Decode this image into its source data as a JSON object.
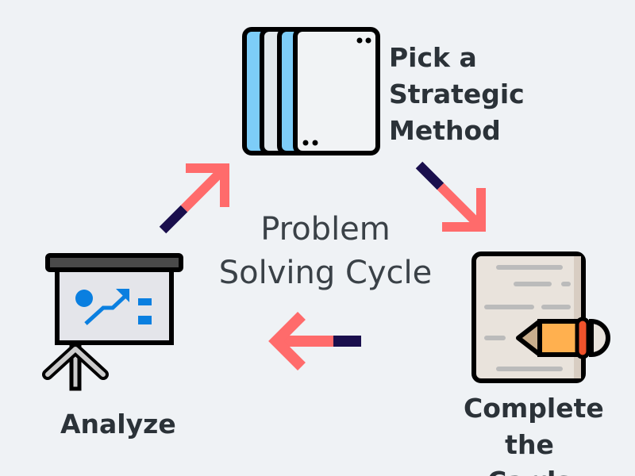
{
  "title": [
    "Problem",
    "Solving Cycle"
  ],
  "steps": [
    {
      "label": [
        "Pick a",
        "Strategic",
        "Method"
      ],
      "icon": "cards-icon"
    },
    {
      "label": [
        "Complete",
        "the Cards"
      ],
      "icon": "document-pencil-icon"
    },
    {
      "label": [
        "Analyze"
      ],
      "icon": "presentation-board-icon"
    }
  ],
  "colors": {
    "background": "#eff2f5",
    "arrow_head": "#ff6b6b",
    "arrow_tail": "#1a0f4d",
    "text": "#2b3238",
    "chart_blue": "#0a7fe0",
    "card_blue": "#7dcdf8"
  }
}
